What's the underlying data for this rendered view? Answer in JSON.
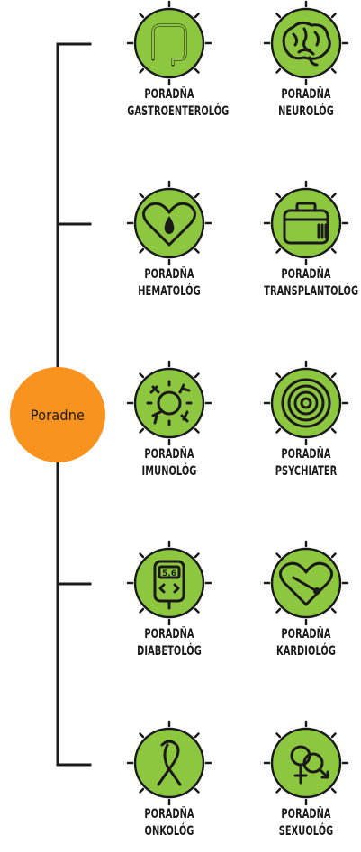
{
  "center": {
    "label": "Poradne"
  },
  "colors": {
    "hub": "#f7931e",
    "icon_fill": "#8dc63f",
    "ink": "#1a1a1a"
  },
  "rows": [
    {
      "items": [
        {
          "icon": "colon-icon",
          "line1": "PORADŇA",
          "line2": "GASTROENTEROLÓG"
        },
        {
          "icon": "brain-icon",
          "line1": "PORADŇA",
          "line2": "NEUROLÓG"
        }
      ]
    },
    {
      "items": [
        {
          "icon": "heart-drop-icon",
          "line1": "PORADŇA",
          "line2": "HEMATOLÓG"
        },
        {
          "icon": "cooler-box-icon",
          "line1": "PORADŇA",
          "line2": "TRANSPLANTOLÓG"
        }
      ]
    },
    {
      "items": [
        {
          "icon": "immune-cell-icon",
          "line1": "PORADŇA",
          "line2": "IMUNOLÓG"
        },
        {
          "icon": "spiral-icon",
          "line1": "PORADŇA",
          "line2": "PSYCHIATER"
        }
      ]
    },
    {
      "items": [
        {
          "icon": "glucometer-icon",
          "line1": "PORADŇA",
          "line2": "DIABETOLÓG",
          "reading": "5,6"
        },
        {
          "icon": "heart-gauge-icon",
          "line1": "PORADŇA",
          "line2": "KARDIOLÓG"
        }
      ]
    },
    {
      "items": [
        {
          "icon": "ribbon-icon",
          "line1": "PORADŇA",
          "line2": "ONKOLÓG"
        },
        {
          "icon": "gender-symbols-icon",
          "line1": "PORADŇA",
          "line2": "SEXUOLÓG"
        }
      ]
    }
  ]
}
